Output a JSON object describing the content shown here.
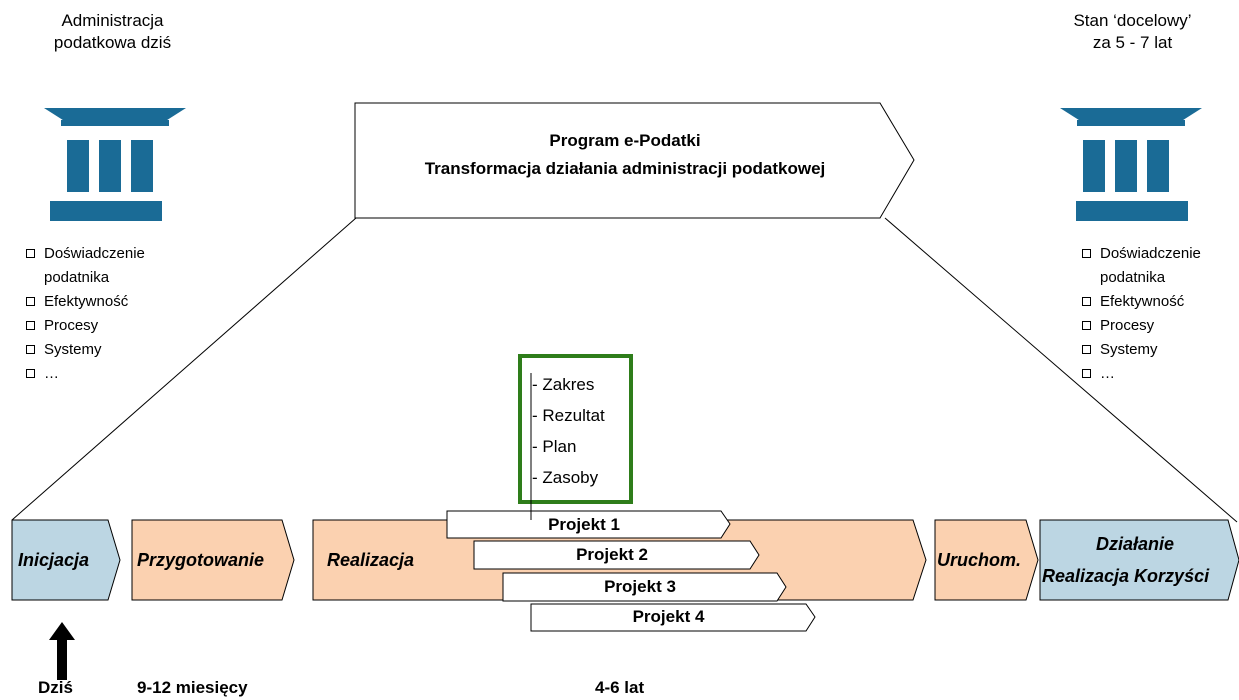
{
  "left_caption": [
    "Administracja",
    "podatkowa dziś"
  ],
  "right_caption": [
    "Stan ‘docelowy’",
    "za 5 - 7 lat"
  ],
  "left_bullets": [
    "Doświadczenie",
    "podatnika",
    "Efektywność",
    "Procesy",
    "Systemy",
    "…"
  ],
  "right_bullets": [
    "Doświadczenie",
    "podatnika",
    "Efektywność",
    "Procesy",
    "Systemy",
    "…"
  ],
  "program": {
    "line1": "Program e-Podatki",
    "line2": "Transformacja działania administracji podatkowej"
  },
  "scope": [
    "- Zakres",
    "- Rezultat",
    "- Plan",
    "- Zasoby"
  ],
  "phases": {
    "inicjacja": "Inicjacja",
    "przygotowanie": "Przygotowanie",
    "realizacja": "Realizacja",
    "uruchom": "Uruchom.",
    "dzialanie_1": "Działanie",
    "dzialanie_2": "Realizacja Korzyści"
  },
  "projects": [
    "Projekt 1",
    "Projekt 2",
    "Projekt 3",
    "Projekt 4"
  ],
  "bottom": {
    "today": "Dziś",
    "months": "9-12 miesięcy",
    "years": "4-6 lat"
  },
  "colors": {
    "building": "#1a6b96",
    "phase_orange": "#fbd1b0",
    "phase_blue": "#bcd6e3",
    "scope_border": "#2e7d1a",
    "stroke": "#000000"
  }
}
